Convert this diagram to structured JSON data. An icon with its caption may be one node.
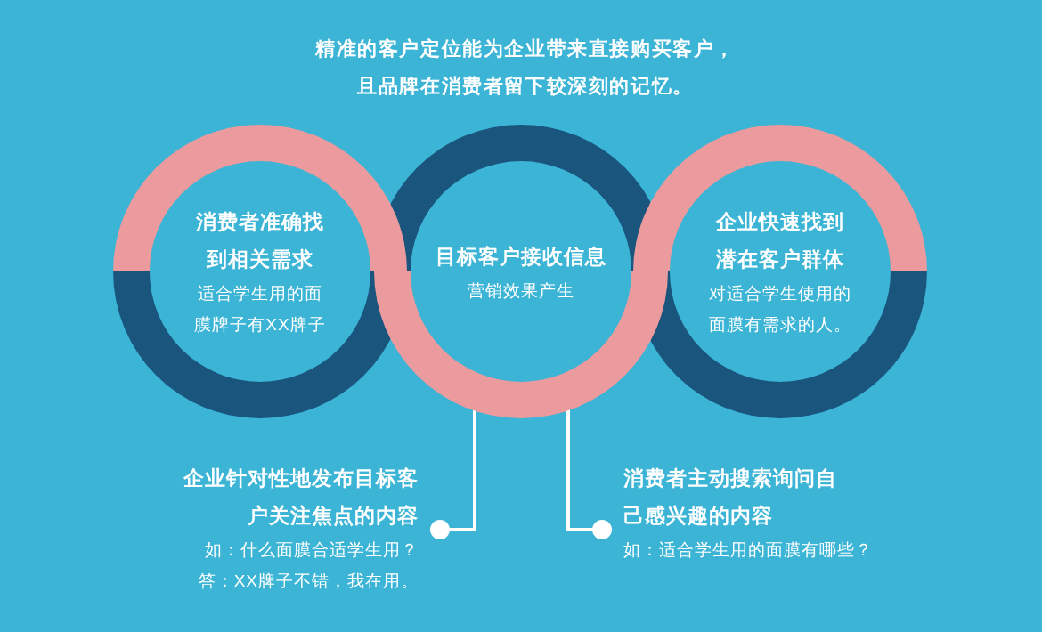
{
  "diagram": {
    "title": "精准的客户定位能为企业带来直接购买客户，且品牌在消费者留下较深刻的记忆。",
    "nodes": [
      {
        "text": [
          "消费者准确找到相关需求",
          "适合学生用的面膜牌子有XX牌子"
        ]
      },
      {
        "text": [
          "目标客户接收信息",
          "营销效果产生"
        ]
      },
      {
        "text": [
          "企业快速找到潜在客户群体",
          "对适合学生使用的面膜有需求的人。"
        ]
      },
      {
        "text": [
          "企业针对性地发布目标客户关注焦点的内容",
          "如：什么面膜合适学生用？",
          "答：XX牌子不错，我在用。"
        ]
      },
      {
        "text": [
          "消费者主动搜索询问自己感兴趣的内容",
          "如：适合学生用的面膜有哪些？"
        ]
      }
    ],
    "edges": [
      {
        "from": 1,
        "to": 3,
        "arrow": "other"
      },
      {
        "from": 1,
        "to": 4,
        "arrow": "other"
      }
    ]
  }
}
